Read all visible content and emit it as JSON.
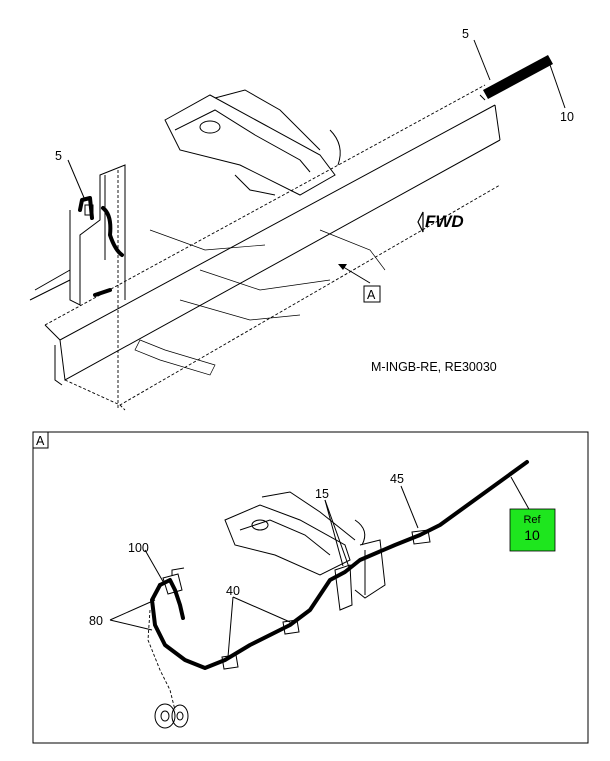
{
  "top_view": {
    "labels": {
      "callout_5_top": "5",
      "callout_10_top": "10",
      "callout_5_left": "5",
      "fwd": "FWD",
      "view_ref": "A",
      "drawing_id": "M-INGB-RE, RE30030"
    }
  },
  "detail_view": {
    "frame_tag": "A",
    "labels": {
      "callout_15": "15",
      "callout_45": "45",
      "callout_100": "100",
      "callout_40": "40",
      "callout_80": "80"
    },
    "ref_badge": {
      "line1": "Ref",
      "line2": "10",
      "color": "#1ee61e"
    }
  }
}
